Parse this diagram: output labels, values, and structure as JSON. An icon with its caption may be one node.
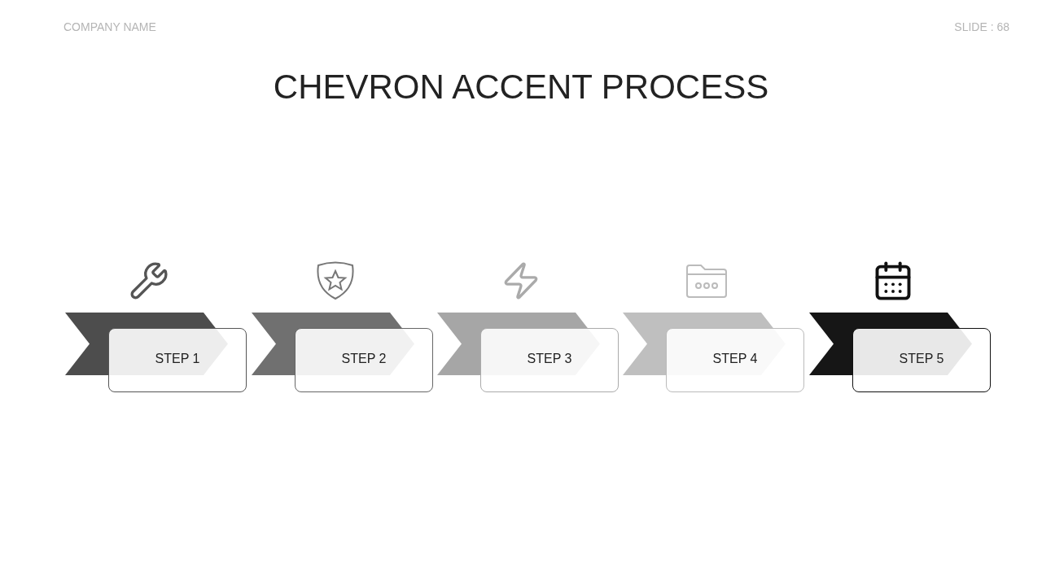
{
  "diagram": {
    "title": "CHEVRON ACCENT PROCESS",
    "nodes": [
      {
        "text": [
          "STEP 1"
        ]
      },
      {
        "text": [
          "STEP 2"
        ]
      },
      {
        "text": [
          "STEP 3"
        ]
      },
      {
        "text": [
          "STEP 4"
        ]
      },
      {
        "text": [
          "STEP 5"
        ]
      }
    ],
    "labels": [
      "COMPANY NAME",
      "SLIDE : 68"
    ]
  }
}
